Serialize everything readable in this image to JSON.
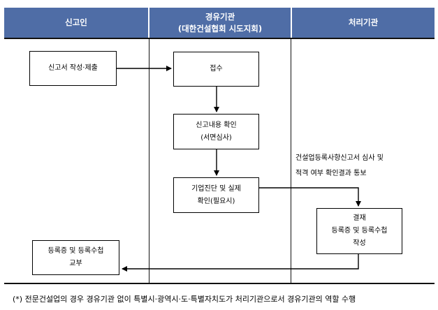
{
  "headers": {
    "reporter": "신고인",
    "intermediary_line1": "경유기관",
    "intermediary_line2": "(대한건설협회 시도지회)",
    "processor": "처리기관"
  },
  "steps": {
    "submit": "신고서 작성·제출",
    "receive": "접수",
    "confirm_line1": "신고내용 확인",
    "confirm_line2": "(서면심사)",
    "diagnosis_line1": "기업진단 및 실제",
    "diagnosis_line2": "확인(필요시)",
    "approval_line1": "결재",
    "approval_line2": "등록증 및 등록수첩",
    "approval_line3": "작성",
    "issue_line1": "등록증 및 등록수첩",
    "issue_line2": "교부"
  },
  "notice": {
    "line1": "건설업등록사항신고서 심사 및",
    "line2": "적격 여부 확인결과 통보"
  },
  "footnote": "(*) 전문건설업의 경우 경유기관 없이 특별시·광역시·도·특별자치도가 처리기관으로서 경유기관의 역할 수행",
  "colors": {
    "header_bg": "#4f6da6",
    "header_text": "#ffffff"
  }
}
